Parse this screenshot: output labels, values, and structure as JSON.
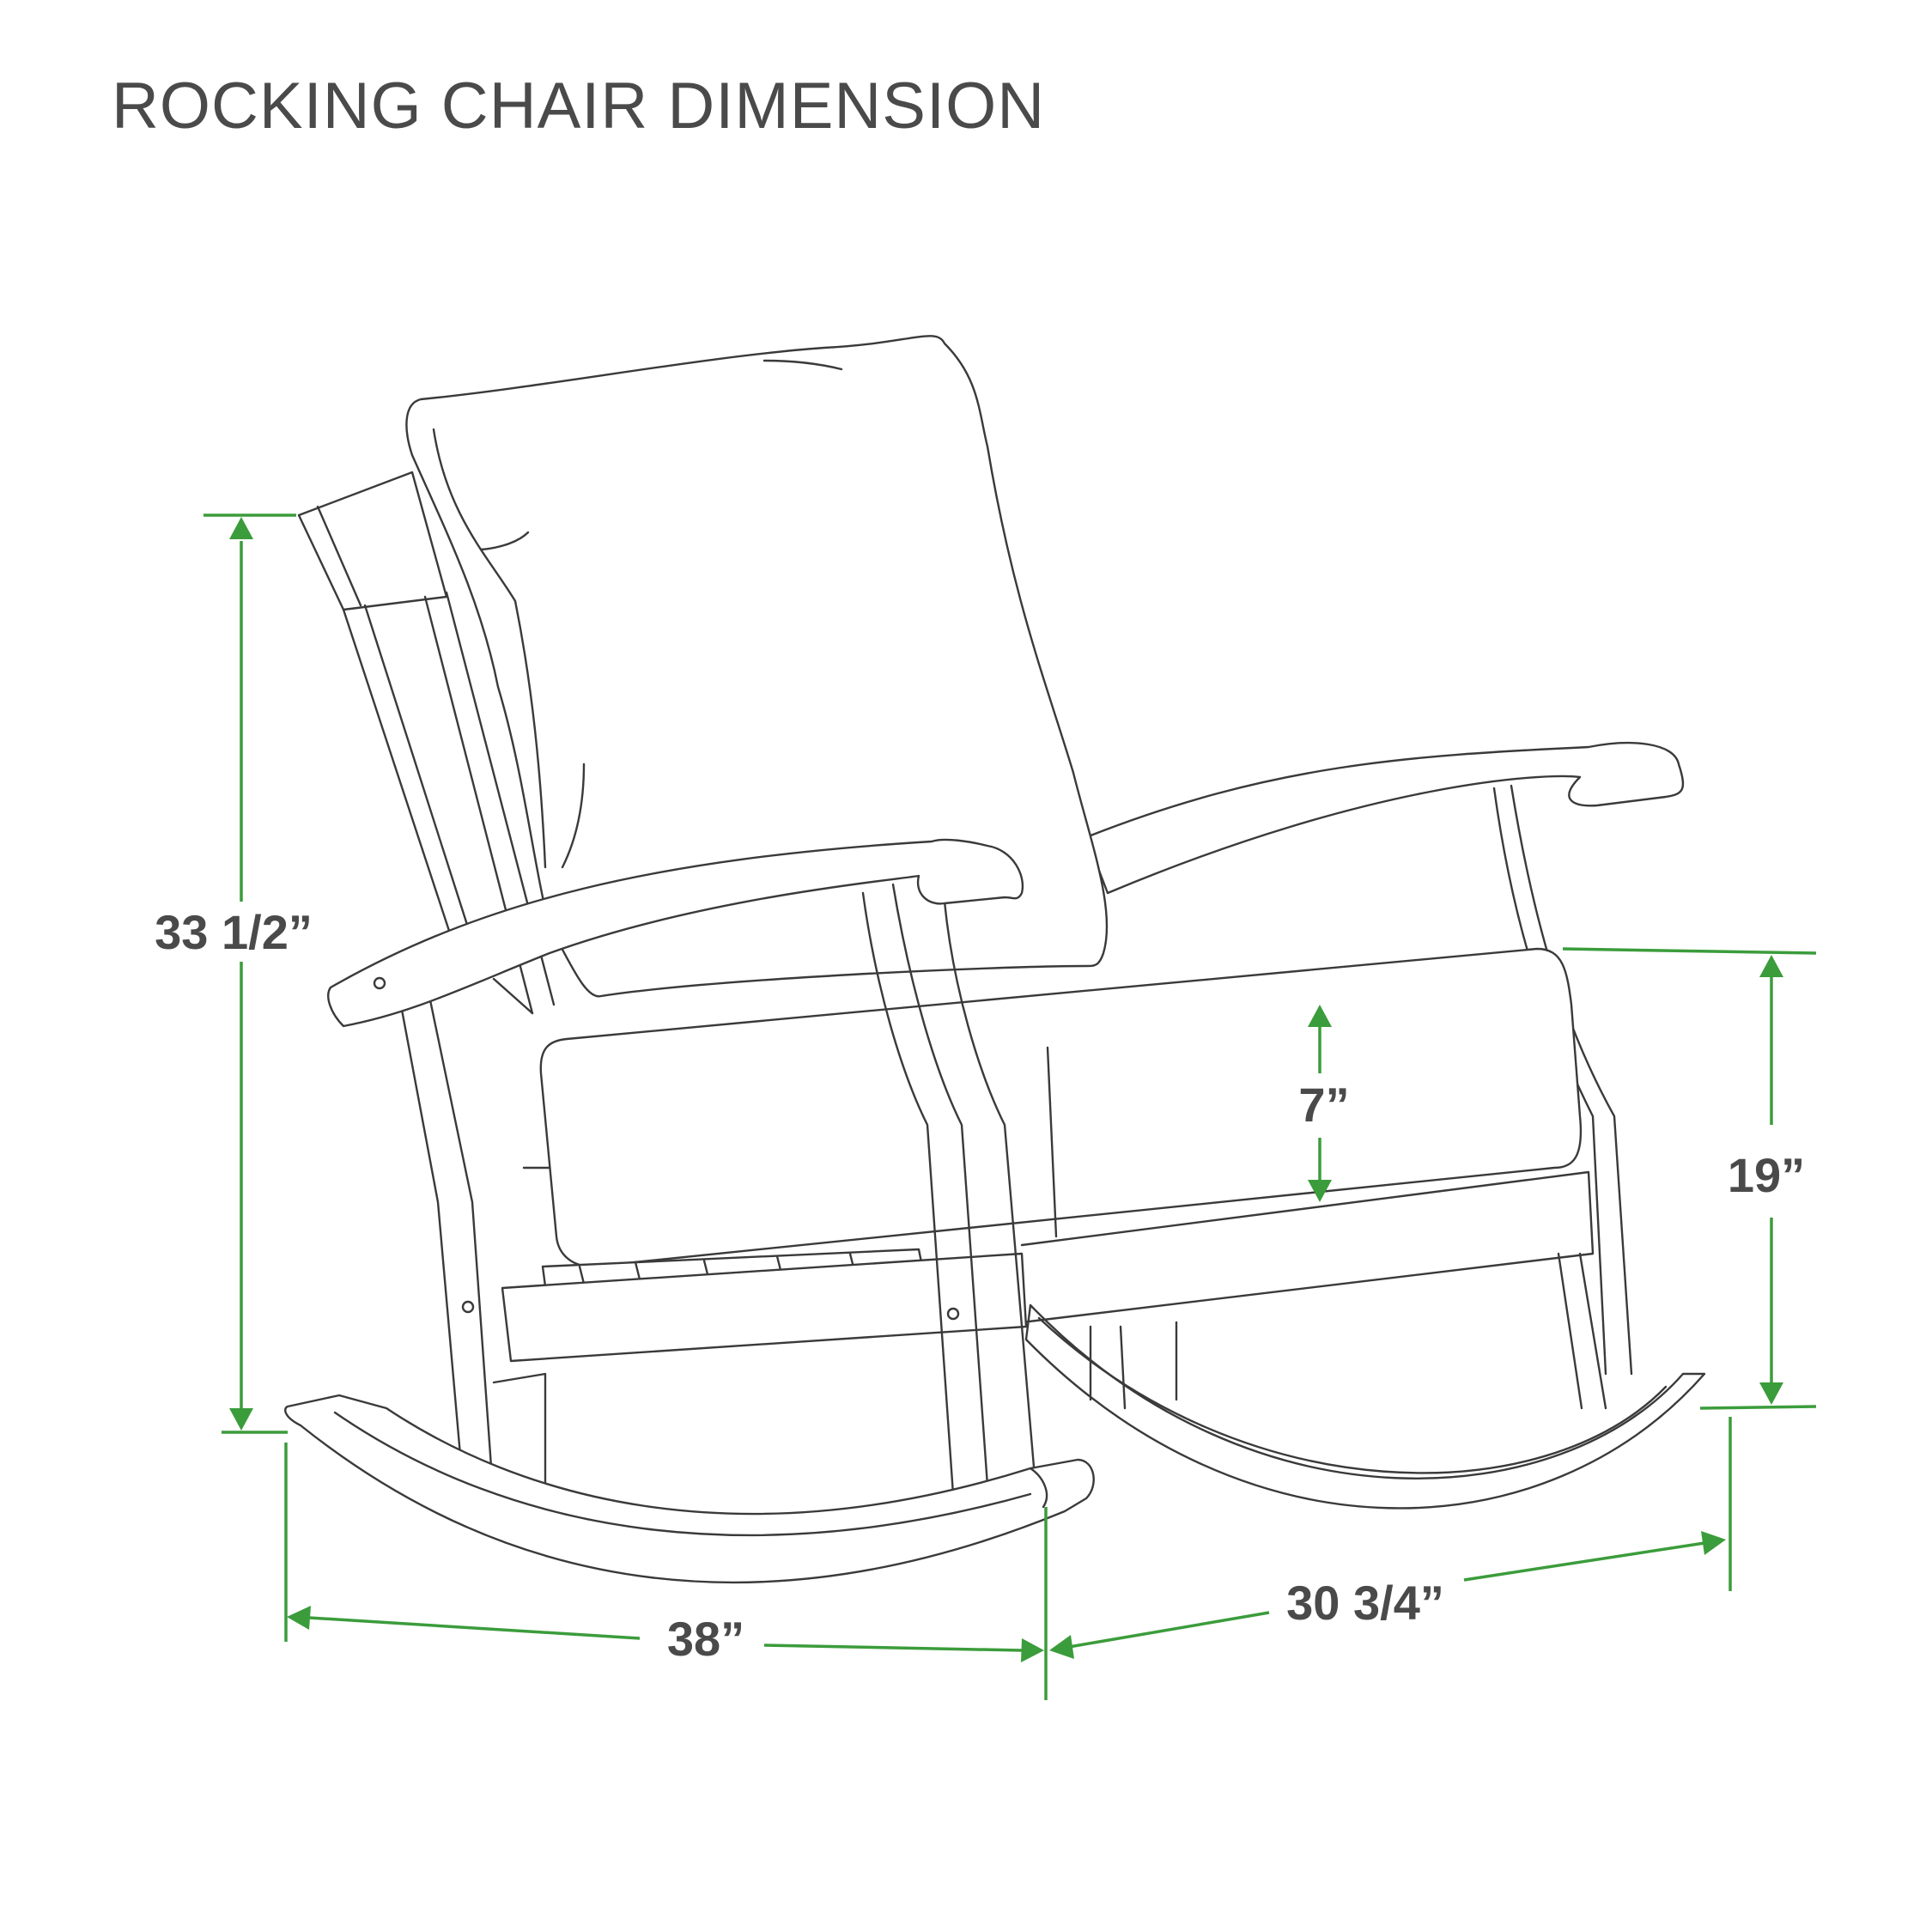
{
  "title": "ROCKING CHAIR DIMENSION",
  "dimensions": {
    "height": "33 1/2”",
    "seat_height": "19”",
    "cushion_thickness": "7”",
    "length": "38”",
    "width": "30 3/4”"
  },
  "colors": {
    "dimension_lines": "#3b9c3b",
    "outline": "#3a3a3a",
    "text": "#4a4a4a"
  }
}
